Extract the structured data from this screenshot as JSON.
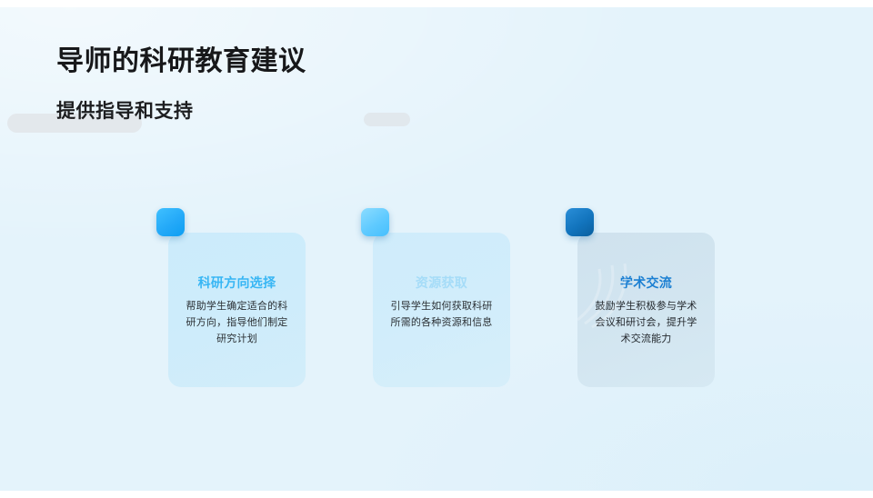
{
  "slide": {
    "background_color": "#e4f3fb",
    "title": "导师的科研教育建议",
    "subtitle": "提供指导和支持"
  },
  "decorations": {
    "left_bar_color": "#e3e8ec",
    "right_bar_color": "#e1e8ed"
  },
  "cards": [
    {
      "title": "科研方向选择",
      "text": "帮助学生确定适合的科研方向，指导他们制定研究计划",
      "accent_color": "#24a9f8",
      "title_color": "#37b6f4",
      "background_color": "#ccebfb"
    },
    {
      "title": "资源获取",
      "text": "引导学生如何获取科研所需的各种资源和信息",
      "accent_color": "#5fcaff",
      "title_color": "#a5dcf8",
      "background_color": "#cfecfb"
    },
    {
      "title": "学术交流",
      "text": "鼓励学生积极参与学术会议和研讨会，提升学术交流能力",
      "accent_color": "#1274bd",
      "title_color": "#1b7fd2",
      "background_color": "#cfe2ee"
    }
  ]
}
